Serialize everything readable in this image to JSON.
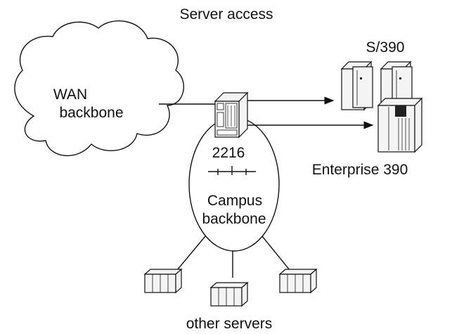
{
  "diagram": {
    "title": "Server access",
    "wan": {
      "line1": "WAN",
      "line2": "backbone"
    },
    "campus": {
      "line1": "Campus",
      "line2": "backbone"
    },
    "router_label": "2216",
    "s390_label": "S/390",
    "enterprise_label": "Enterprise 390",
    "other_servers_label": "other servers"
  }
}
